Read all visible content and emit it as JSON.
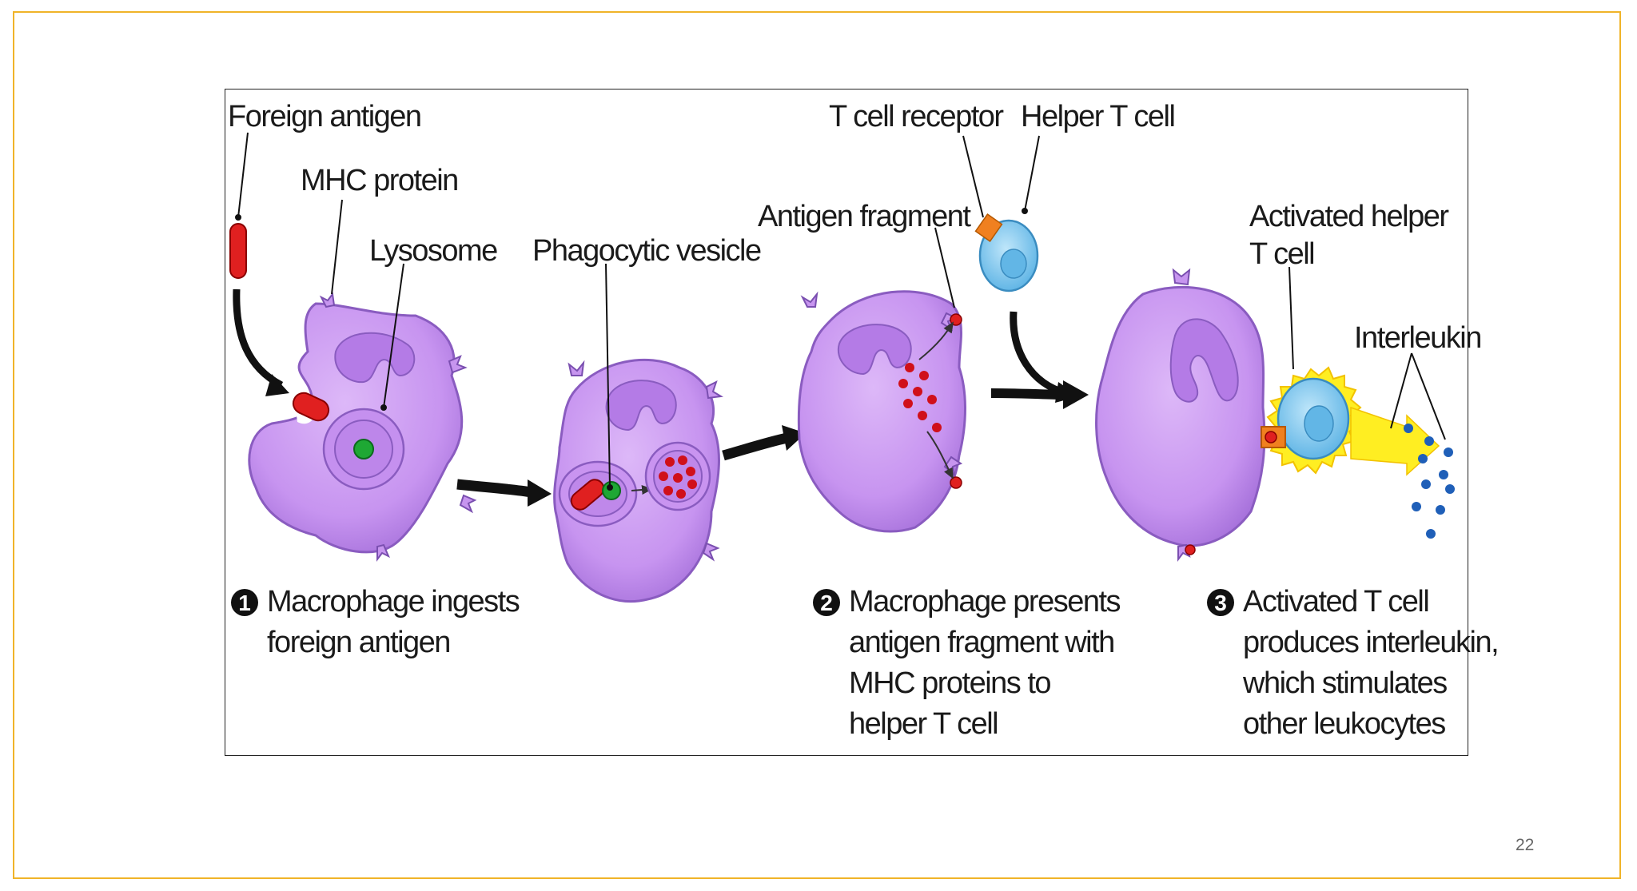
{
  "labels": {
    "foreign_antigen": "Foreign antigen",
    "mhc_protein": "MHC protein",
    "lysosome": "Lysosome",
    "phagocytic_vesicle": "Phagocytic vesicle",
    "antigen_fragment": "Antigen fragment",
    "t_cell_receptor": "T cell receptor",
    "helper_t_cell": "Helper T cell",
    "activated_helper_line1": "Activated helper",
    "activated_helper_line2": "T cell",
    "interleukin": "Interleukin"
  },
  "steps": [
    {
      "number": "1",
      "lines": [
        "Macrophage ingests",
        "foreign antigen"
      ]
    },
    {
      "number": "2",
      "lines": [
        "Macrophage presents",
        "antigen fragment with",
        "MHC proteins to",
        "helper T cell"
      ]
    },
    {
      "number": "3",
      "lines": [
        "Activated T cell",
        "produces interleukin,",
        "which stimulates",
        "other leukocytes"
      ]
    }
  ],
  "page_number": "22",
  "colors": {
    "frame": "#f0b429",
    "cell_fill": "#cc99f2",
    "cell_stroke": "#7a4fb0",
    "antigen": "#e02020",
    "t_cell": "#7fc8ee",
    "activation_glow": "#ffee22"
  }
}
